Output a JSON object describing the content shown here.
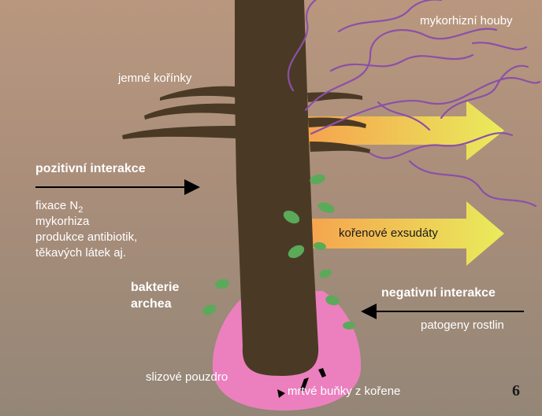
{
  "labels": {
    "mycorrhizal_fungi": "mykorhizní houby",
    "fine_roots": "jemné kořínky",
    "positive_interaction": "pozitivní interakce",
    "positive_list": {
      "n_fixation": "fixace N",
      "n_subscript": "2",
      "mycorrhiza": "mykorhiza",
      "antibiotics": "produkce antibiotik,",
      "volatiles": "těkavých látek aj."
    },
    "root_exudates": "kořenové exsudáty",
    "bacteria": "bakterie",
    "archaea": "archea",
    "negative_interaction": "negativní interakce",
    "plant_pathogens": "patogeny rostlin",
    "mucilage_sheath": "slizové pouzdro",
    "dead_root_cells": "mrtvé buňky z kořene",
    "page_number": "6"
  },
  "colors": {
    "background_top": "#b9977f",
    "root": "#4a3a25",
    "fungal_hyphae": "#8b50a8",
    "mucilage": "#ec80bf",
    "microbes": "#5aaa5a",
    "exudate_arrow_start": "#f6a24e",
    "exudate_arrow_end": "#e9ec5c"
  },
  "icons": {
    "positive_arrow": "right-arrow-icon",
    "negative_arrow": "left-arrow-icon",
    "exudate_arrow": "block-arrow-right-icon"
  }
}
